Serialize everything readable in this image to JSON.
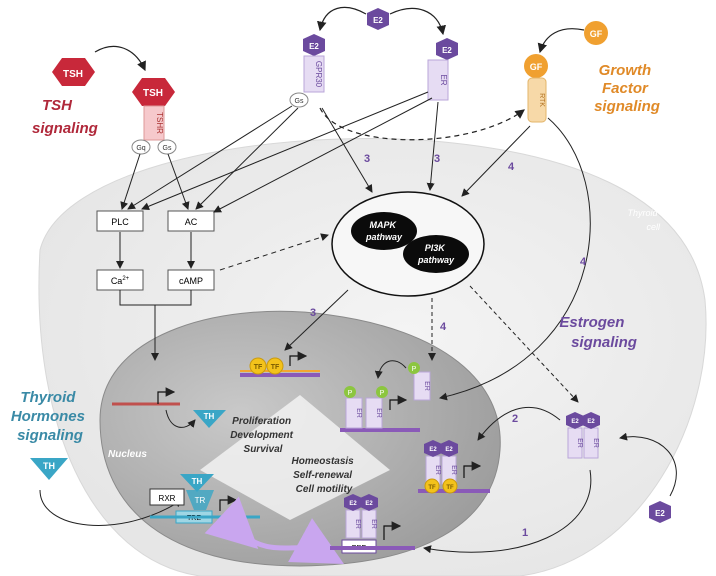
{
  "headings": {
    "tsh_signaling": [
      "TSH",
      "signaling"
    ],
    "growth_factor_signaling": [
      "Growth",
      "Factor",
      "signaling"
    ],
    "estrogen_signaling": [
      "Estrogen",
      "signaling"
    ],
    "thyroid_hormones_signaling": [
      "Thyroid",
      "Hormones",
      "signaling"
    ],
    "thyroid_cell": [
      "Thyroid",
      "cell"
    ],
    "nucleus": "Nucleus"
  },
  "receptors": {
    "tsh": "TSH",
    "tshr": "TSHR",
    "gq": "Gq",
    "gs_tshr": "Gs",
    "e2": "E2",
    "gpr30": "GPR30",
    "gs_gpr30": "Gs",
    "er": "ER",
    "gf": "GF",
    "rtk": "RTK"
  },
  "boxes": {
    "plc": "PLC",
    "ac": "AC",
    "ca": "Ca",
    "ca_sup": "2+",
    "camp": "cAMP",
    "rxr": "RXR",
    "tr": "TR",
    "tre": "TRE",
    "ere": "ERE"
  },
  "pathways": {
    "mapk": [
      "MAPK",
      "pathway"
    ],
    "pi3k": [
      "PI3K",
      "pathway"
    ]
  },
  "nuclear": {
    "tf": "TF",
    "th": "TH",
    "p": "P",
    "er": "ER",
    "e2": "E2"
  },
  "outcomes": {
    "set1": [
      "Proliferation",
      "Development",
      "Survival"
    ],
    "set2": [
      "Homeostasis",
      "Self-renewal",
      "Cell motility"
    ]
  },
  "route_numbers": [
    "1",
    "2",
    "3",
    "4"
  ],
  "colors": {
    "tsh_red": "#c8283a",
    "e2_purple": "#6b4a9e",
    "gf_orange": "#f0a030",
    "th_teal": "#3aa6c6",
    "tf_yellow": "#f3c21b",
    "p_green": "#8cc63f",
    "cell_gray": "#efefef",
    "nucleus_gray": "#bdbdbd"
  }
}
